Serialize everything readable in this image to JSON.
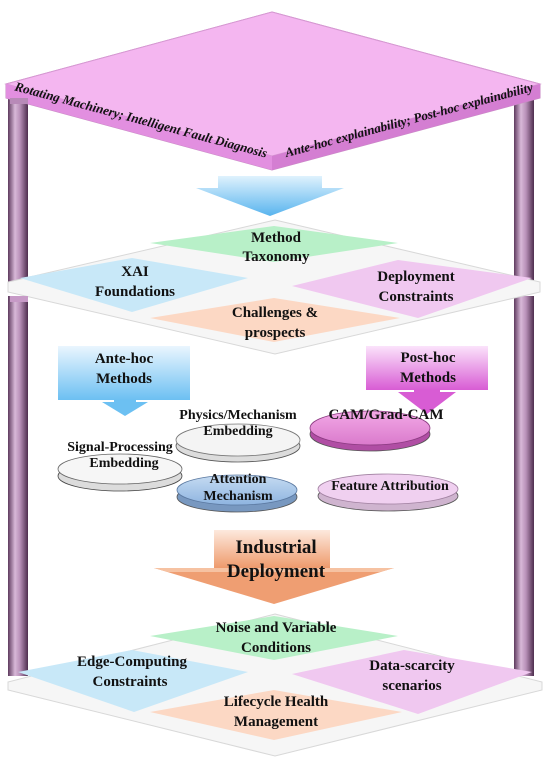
{
  "top_platform": {
    "keywords_left": "Rotating Machinery; Intelligent Fault Diagnosis",
    "keywords_right": "Ante-hoc explainability; Post-hoc explainability"
  },
  "level1": {
    "center_line1": "Method",
    "center_line2": "Taxonomy",
    "left_line1": "XAI",
    "left_line2": "Foundations",
    "right_line1": "Deployment",
    "right_line2": "Constraints",
    "bottom_line1": "Challenges &",
    "bottom_line2": "prospects"
  },
  "level2": {
    "ante_line1": "Ante-hoc",
    "ante_line2": "Methods",
    "post_line1": "Post-hoc",
    "post_line2": "Methods",
    "physics_line1": "Physics/Mechanism",
    "physics_line2": "Embedding",
    "cam": "CAM/Grad-CAM",
    "signal_line1": "Signal-Processing",
    "signal_line2": "Embedding",
    "attention_line1": "Attention",
    "attention_line2": "Mechanism",
    "feature": "Feature Attribution"
  },
  "industrial_line1": "Industrial",
  "industrial_line2": "Deployment",
  "level3": {
    "center_line1": "Noise and Variable",
    "center_line2": "Conditions",
    "left_line1": "Edge-Computing",
    "left_line2": "Constraints",
    "right_line1": "Data-scarcity",
    "right_line2": "scenarios",
    "bottom_line1": "Lifecycle Health",
    "bottom_line2": "Management"
  },
  "colors": {
    "top_platform": "#f0a8f0",
    "pillar": "#9b6f9b",
    "tile_green": "#b8f0c8",
    "tile_blue": "#c8e8f8",
    "tile_pink": "#f0c8f0",
    "tile_peach": "#fcd8c4",
    "disk_pink": "#e890d8",
    "disk_blue": "#a8c8e8",
    "disk_light_pink": "#f0d0f0",
    "disk_white": "#f4f4f4",
    "arrow_blue": "#70c0f0",
    "arrow_magenta": "#e070d8",
    "arrow_orange": "#f0a880"
  }
}
